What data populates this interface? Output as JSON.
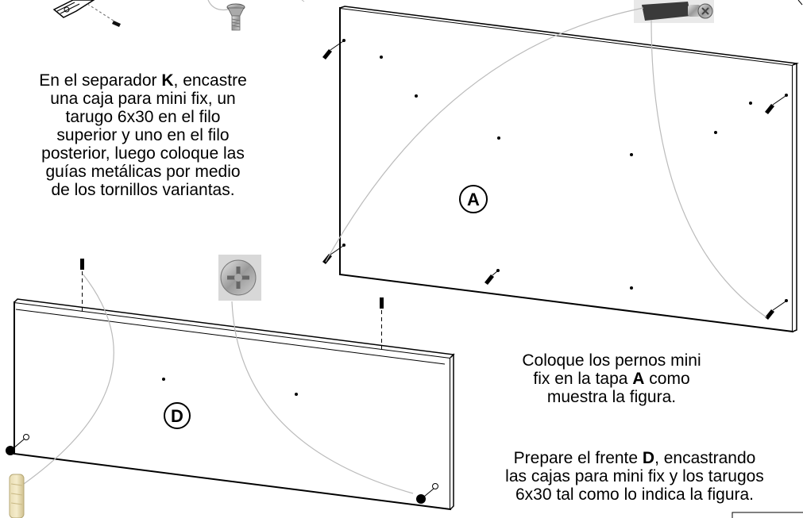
{
  "captions": {
    "separator_k": {
      "lines": [
        [
          "En el separador ",
          "K",
          ", encastre"
        ],
        [
          "una caja para mini fix, un"
        ],
        [
          "tarugo 6x30 en el filo"
        ],
        [
          "superior y uno en el filo"
        ],
        [
          "posterior, luego coloque las"
        ],
        [
          "guías metálicas por medio"
        ],
        [
          "de los tornillos variantas."
        ]
      ]
    },
    "panel_a": {
      "lines": [
        [
          "Coloque los pernos mini"
        ],
        [
          "fix en la tapa ",
          "A",
          " como"
        ],
        [
          "muestra la figura."
        ]
      ]
    },
    "front_d": {
      "lines": [
        [
          "Prepare el frente ",
          "D",
          ", encastrando"
        ],
        [
          "las cajas para mini fix y los tarugos"
        ],
        [
          "6x30 tal como lo indica la figura."
        ]
      ]
    }
  },
  "labels": {
    "panel_a": "A",
    "panel_d": "D"
  },
  "icons": {
    "guide_bracket": "metal-guide-icon",
    "screw": "screw-icon",
    "minifix_bolt": "minifix-bolt-icon",
    "cam_lock": "cam-lock-icon",
    "dowel": "dowel-icon"
  }
}
